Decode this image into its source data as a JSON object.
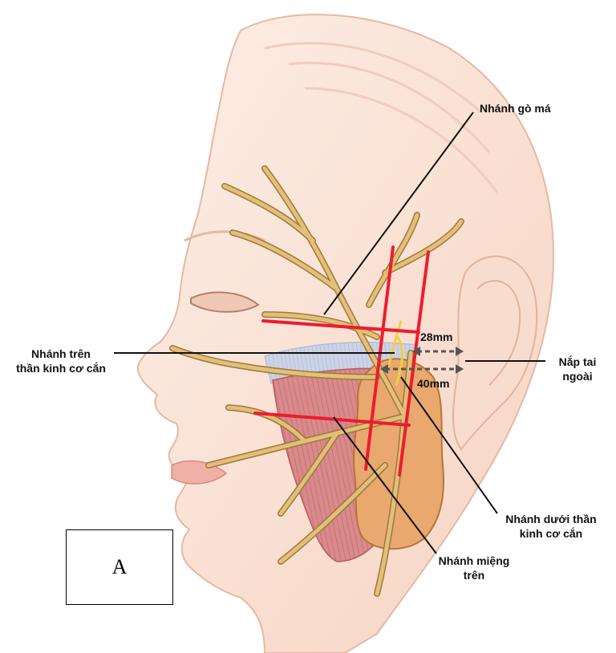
{
  "labels": {
    "zygomatic_branch": "Nhánh gò má",
    "upper_masseter_branch_line1": "Nhánh trên",
    "upper_masseter_branch_line2": "thần kinh cơ cắn",
    "tragus_line1": "Nắp tai",
    "tragus_line2": "ngoài",
    "lower_masseter_branch_line1": "Nhánh dưới thần",
    "lower_masseter_branch_line2": "kinh cơ cắn",
    "upper_buccal_branch_line1": "Nhánh miệng",
    "upper_buccal_branch_line2": "trên"
  },
  "measurements": {
    "upper_distance": "28mm",
    "lower_distance": "40mm"
  },
  "panel_letter": "A",
  "colors": {
    "skin": "#fbe3d6",
    "skin_outline": "#e4b9a4",
    "nerve": "#d9b66b",
    "nerve_outline": "#9c7a3a",
    "muscle": "#d98a8a",
    "parotid": "#e8a86e",
    "red_line": "#ee1c2e",
    "leader_line": "#111111",
    "arrow": "#555555"
  }
}
